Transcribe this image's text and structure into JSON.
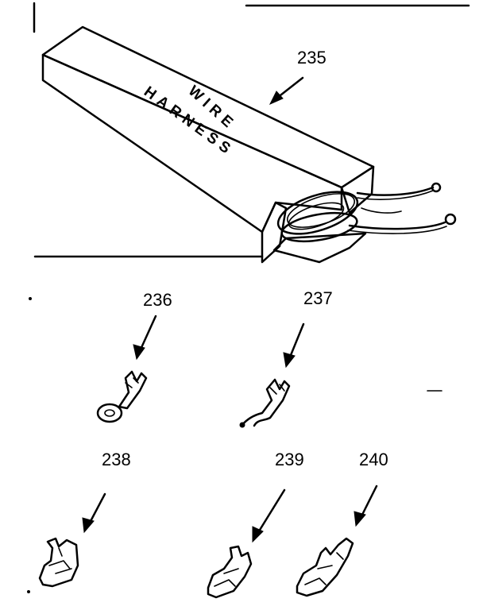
{
  "box": {
    "line1": "WIRE",
    "line2": "HARNESS"
  },
  "parts": [
    {
      "id": "235",
      "label": "235",
      "name": "wire harness"
    },
    {
      "id": "236",
      "label": "236",
      "name": "ring terminal"
    },
    {
      "id": "237",
      "label": "237",
      "name": "hook terminal"
    },
    {
      "id": "238",
      "label": "238",
      "name": "receptacle terminal"
    },
    {
      "id": "239",
      "label": "239",
      "name": "receptacle terminal"
    },
    {
      "id": "240",
      "label": "240",
      "name": "receptacle terminal"
    }
  ]
}
